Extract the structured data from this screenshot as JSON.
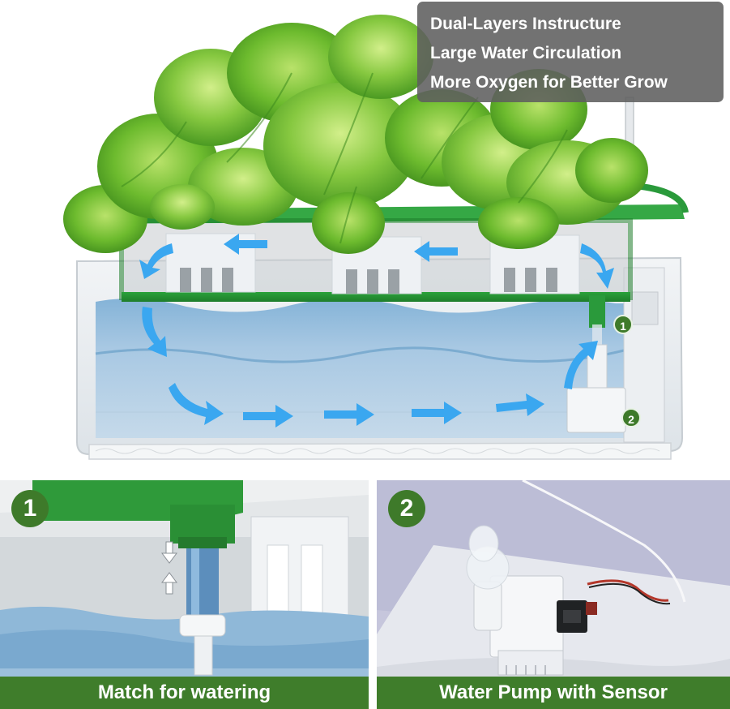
{
  "features": [
    "Dual-Layers Instructure",
    "Large Water Circulation",
    "More Oxygen for Better Grow"
  ],
  "hero_markers": [
    "1",
    "2"
  ],
  "panels": [
    {
      "number": "1",
      "caption": "Match for watering"
    },
    {
      "number": "2",
      "caption": "Water Pump with Sensor"
    }
  ],
  "colors": {
    "brand_green": "#3f7d2b",
    "tray_green": "#2f9a3a",
    "flow_arrow": "#3aa7f0",
    "water": "#8fb8d8",
    "overlay_gray": "#5f5f5f"
  },
  "icons": [
    "flow-arrow-icon",
    "down-arrow-icon",
    "up-arrow-icon"
  ]
}
